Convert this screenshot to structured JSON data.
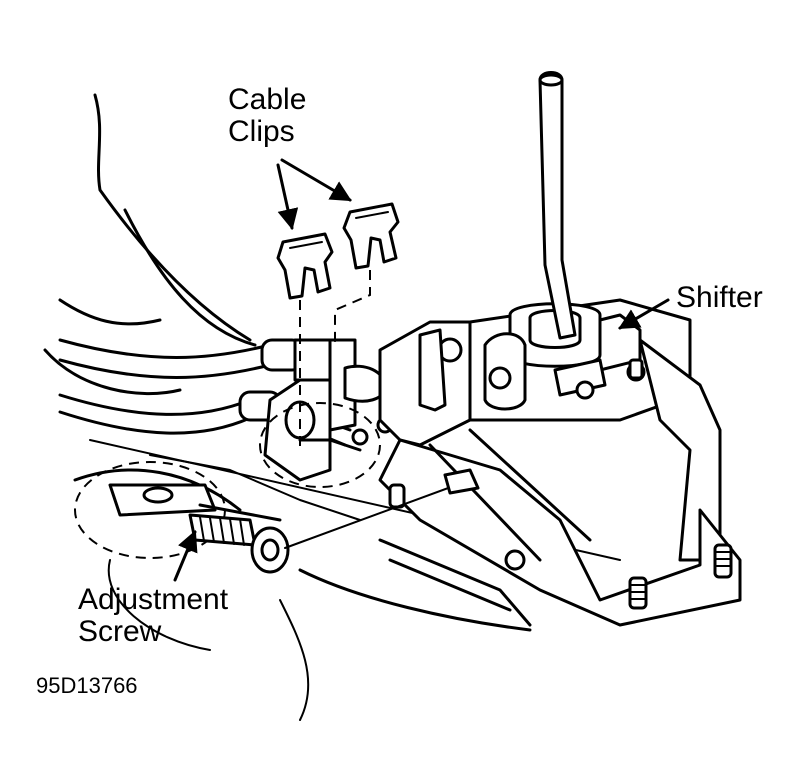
{
  "labels": {
    "cable_clips_line1": "Cable",
    "cable_clips_line2": "Clips",
    "shifter": "Shifter",
    "adjustment_line1": "Adjustment",
    "adjustment_line2": "Screw"
  },
  "figure_code": "95D13766",
  "colors": {
    "ink": "#000000",
    "paper": "#ffffff"
  }
}
